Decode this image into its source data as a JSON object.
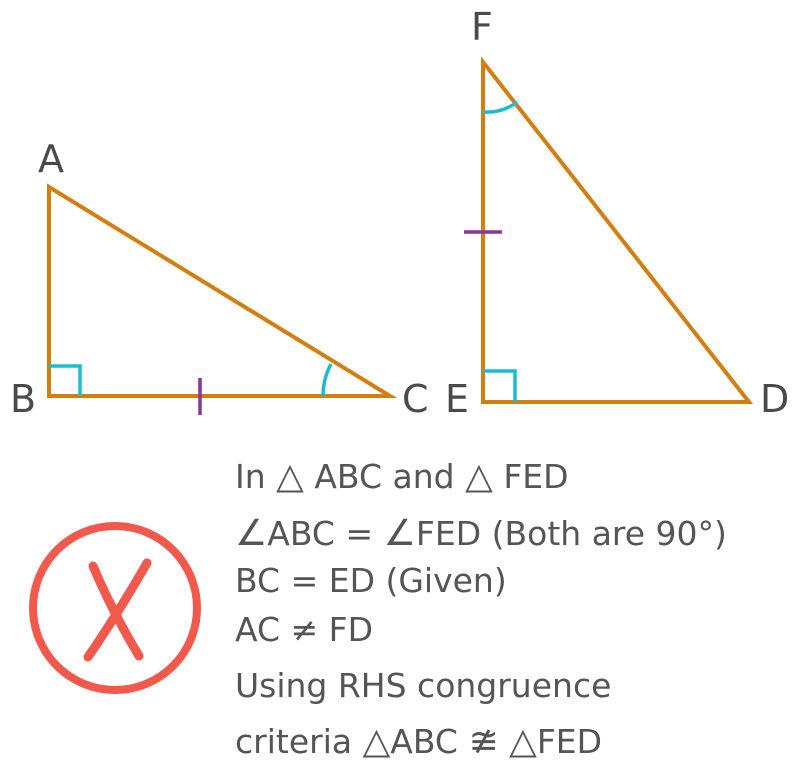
{
  "colors": {
    "triangle_stroke": "#d27f0f",
    "angle_arc": "#1bbccf",
    "tick_mark": "#8e3399",
    "cross": "#f0594b",
    "text": "#555555"
  },
  "vertices": {
    "A": "A",
    "B": "B",
    "C": "C",
    "D": "D",
    "E": "E",
    "F": "F"
  },
  "statements": {
    "line1": {
      "prefix": "In",
      "tri1": "ABC",
      "joiner": "and",
      "tri2": "FED"
    },
    "line2": {
      "angle1": "ABC",
      "eq": "=",
      "angle2": "FED",
      "reason": "(Both are 90°)"
    },
    "line3": "BC = ED (Given)",
    "line4": "AC ≠ FD",
    "line5": "Using RHS congruence",
    "line6": {
      "prefix": "criteria",
      "tri1": "ABC",
      "tri2": "FED"
    }
  },
  "symbols": {
    "triangle": "△",
    "angle": "∠",
    "not_congruent": "≇"
  },
  "verdict_icon": "cross-in-circle-icon"
}
